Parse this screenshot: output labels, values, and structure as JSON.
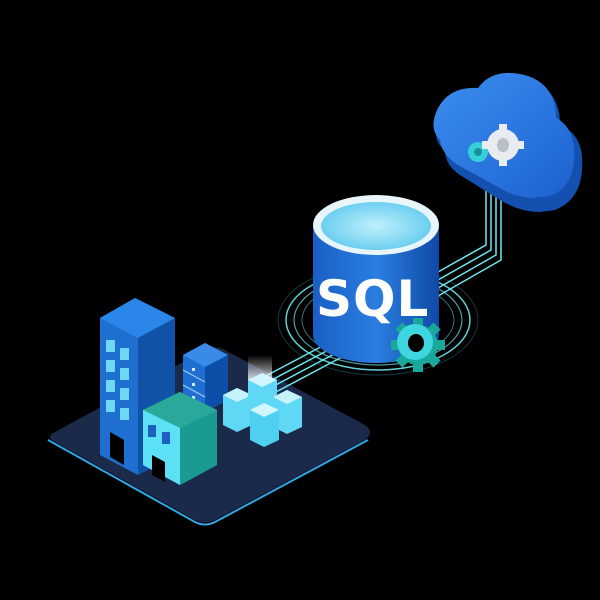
{
  "illustration": {
    "database_label": "SQL",
    "colors": {
      "background": "#000000",
      "primary_blue": "#1e6fd0",
      "dark_blue": "#0d4fa8",
      "light_cyan": "#4fd8f0",
      "teal": "#1aa89c",
      "platform": "#1b2a4a",
      "platform_edge": "#2fa8e8",
      "line_cyan": "#6fe8f0",
      "gear_white": "#e8ecf0"
    },
    "elements": [
      "cloud-with-gears",
      "sql-database-cylinder",
      "gear",
      "office-buildings",
      "server-rack",
      "data-blocks",
      "platform"
    ]
  }
}
